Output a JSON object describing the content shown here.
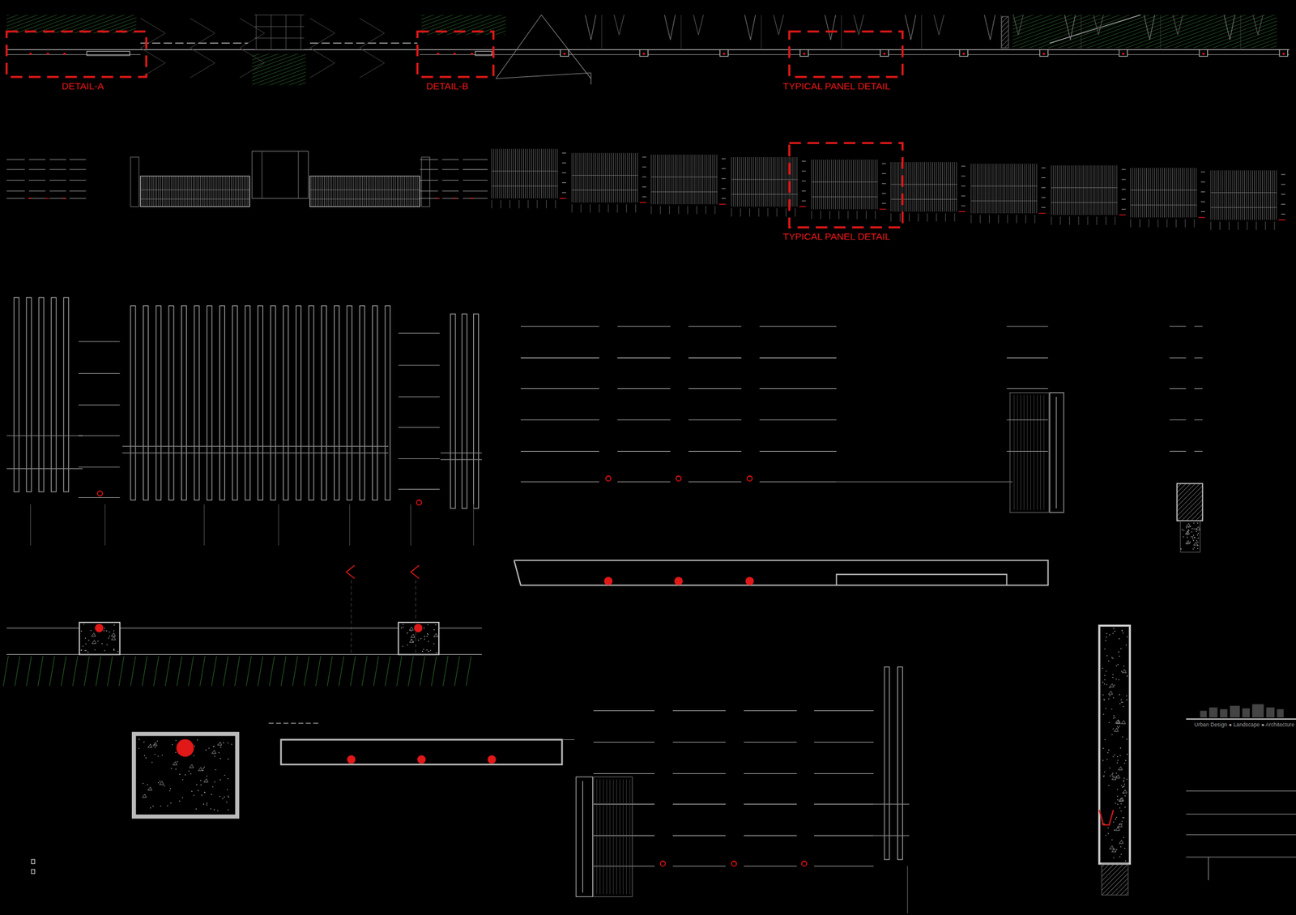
{
  "diagram": {
    "labels": [
      "DETAIL-A",
      "DETAIL-B",
      "TYPICAL PANEL DETAIL",
      "TYPICAL PANEL DETAIL",
      "Urban Design ● Landscape ● Architecture"
    ]
  }
}
